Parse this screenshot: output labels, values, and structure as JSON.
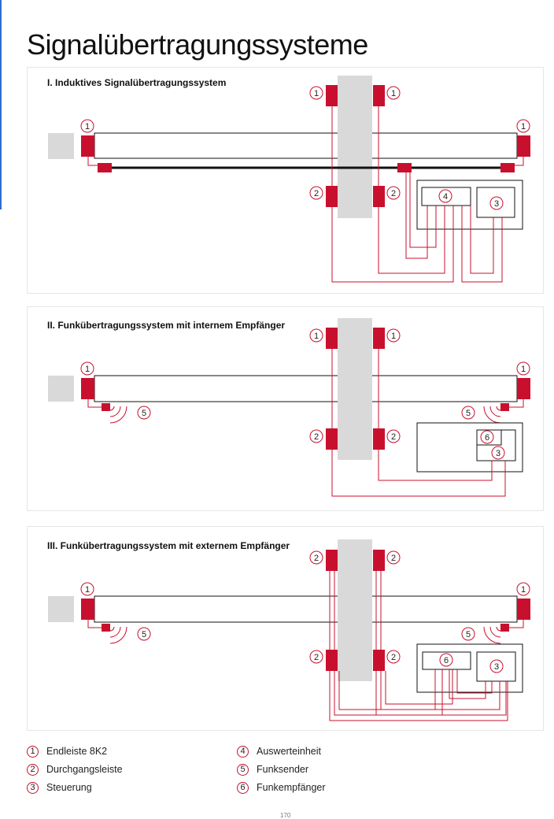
{
  "page": {
    "title": "Signalübertragungssysteme",
    "page_number": "170"
  },
  "panels": [
    {
      "title": "I. Induktives Signalübertragungssystem"
    },
    {
      "title": "II. Funkübertragungssystem mit internem Empfänger"
    },
    {
      "title": "III. Funkübertragungssystem mit externem Empfänger"
    }
  ],
  "legend": [
    {
      "num": "1",
      "label": "Endleiste 8K2"
    },
    {
      "num": "2",
      "label": "Durchgangsleiste"
    },
    {
      "num": "3",
      "label": "Steuerung"
    },
    {
      "num": "4",
      "label": "Auswerteinheit"
    },
    {
      "num": "5",
      "label": "Funksender"
    },
    {
      "num": "6",
      "label": "Funkempfänger"
    }
  ],
  "colors": {
    "accent_red": "#c8102e",
    "pillar_gray": "#d9d9d9",
    "line_dark": "#111111"
  }
}
